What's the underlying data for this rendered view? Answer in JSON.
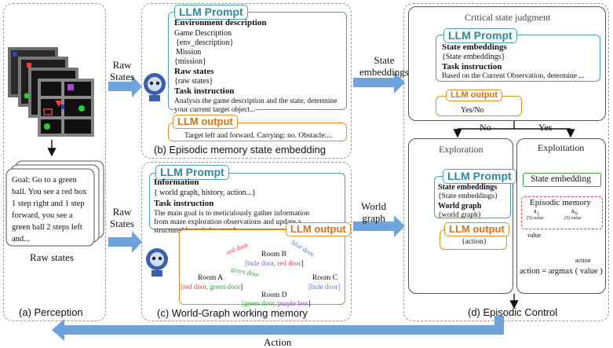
{
  "perception": {
    "caption": "(a) Perception",
    "raw_states_label": "Raw states",
    "goal_text": [
      "Goal: Go to a green",
      "ball. You see a red box",
      "1 step right and 1 step",
      "forward, you see a",
      "green ball 2 steps left",
      "and..."
    ]
  },
  "arrows": {
    "raw_states_top": [
      "Raw",
      "States"
    ],
    "raw_states_bottom": [
      "Raw",
      "States"
    ],
    "state_embeddings": [
      "State",
      "embeddings"
    ],
    "world_graph": [
      "World",
      "graph"
    ],
    "action": "Action"
  },
  "episodic_embedding": {
    "caption": "(b) Episodic memory state embedding",
    "prompt_tag": "LLM Prompt",
    "env_heading": "Environment description",
    "game_desc": "Game Description",
    "env_desc_var": "{env_description}",
    "mission": "Mission",
    "mission_var": "{mission}",
    "raw_heading": "Raw states",
    "raw_var": "{raw states}",
    "task_heading": "Task instruction",
    "task_text": [
      "Analysis the game description and the state, determine",
      "your current target object..."
    ],
    "output_tag": "LLM output",
    "output_text": "Target left and forward. Carrying: no. Obstacle:..."
  },
  "world_graph_memory": {
    "caption": "(c) World-Graph working memory",
    "prompt_tag": "LLM Prompt",
    "info_heading": "Information",
    "info_var": "{ world graph, history, action...}",
    "task_heading": "Task instruction",
    "task_text": [
      "The main goal is to meticulously gather information",
      "from maze exploration observations and update a",
      "structured knowledge graph..."
    ],
    "output_tag": "LLM output",
    "rooms": {
      "a": {
        "name": "Room A",
        "doors": [
          "[red door, ",
          "green door",
          "]"
        ]
      },
      "b": {
        "name": "Room B",
        "doors": [
          "[bule door, ",
          "red door",
          "]"
        ]
      },
      "c": {
        "name": "Room C",
        "doors": [
          "[bule door]"
        ]
      },
      "d": {
        "name": "Room D",
        "doors": [
          "[green door, ",
          "purple box",
          "]"
        ]
      }
    },
    "edges": {
      "ab": "red door",
      "bc": "blue door",
      "ad": "green door"
    }
  },
  "episodic_control": {
    "caption": "(d) Episodic Control",
    "critical_title": "Critical state judgment",
    "critical_prompt_tag": "LLM Prompt",
    "critical_heading": "State embeddings",
    "critical_var": "{State embeddings}",
    "critical_task_heading": "Task instruction",
    "critical_task_text": "Based on the Current Observation, determine ...",
    "critical_output_tag": "LLM output",
    "critical_output_text": "Yes/No",
    "no_label": "No",
    "yes_label": "Yes",
    "exploration_title": "Exploration",
    "exploration_prompt_tag": "LLM Prompt",
    "exploration_h1": "State embeddings",
    "exploration_v1": "{State embeddings}",
    "exploration_h2": "World graph",
    "exploration_v2": "{world graph}",
    "exploration_output_tag": "LLM output",
    "exploration_output_text": "{action}",
    "exploitation_title": "Exploitation",
    "state_embedding_box": "State embedding",
    "episodic_memory_title": "Episodic memory",
    "a1": "a",
    "a1_sub": "1",
    "aN": "a",
    "aN_sub": "N",
    "row1": "(S",
    "row_value": ") value",
    "value_label": "value",
    "action_label": "action",
    "formula": "action = argmax ( value )"
  }
}
